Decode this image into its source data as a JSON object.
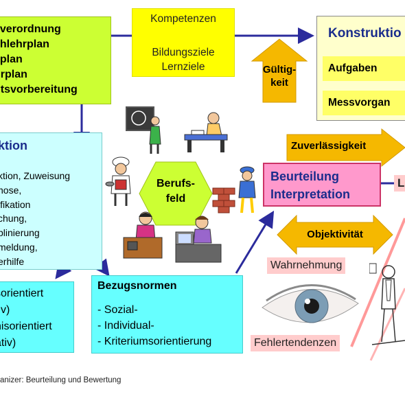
{
  "top_left_lines": [
    "sverordnung",
    "ahlehrplan",
    "splan",
    "hrplan",
    "htsvorbereitung"
  ],
  "competences": {
    "line1": "Kompetenzen",
    "line2": "Bildungsziele",
    "line3": "Lernziele"
  },
  "konstruktion": {
    "title": "Konstruktio",
    "row1": "Aufgaben",
    "row2": "Messvorgan"
  },
  "gueltigkeit": {
    "line1": "Gültig-",
    "line2": "keit"
  },
  "funktion": {
    "title": "ktion",
    "items": [
      "ktion, Zuweisung",
      "nose,",
      "ifikation",
      "chung,",
      "plinierung",
      "meldung,",
      "erhilfe"
    ]
  },
  "berufsfeld": {
    "line1": "Berufs-",
    "line2": "feld"
  },
  "zuverlaessigkeit": "Zuverlässigkeit",
  "beurteilung": {
    "line1": "Beurteilung",
    "line2": "Interpretation"
  },
  "right_partial_label": "L",
  "objektivitaet": "Objektivität",
  "wahrnehmung": "Wahrnehmung",
  "fehlertendenzen": "Fehlertendenzen",
  "bezugsnormen": {
    "title": "Bezugsnormen",
    "items": [
      "- Sozial-",
      "- Individual-",
      "- Kriteriumsorientierung"
    ]
  },
  "orient_lines": [
    "sorientiert",
    "tiv)",
    "nisorientiert",
    "ativ)"
  ],
  "footer": "anizer: Beurteilung und Bewertung",
  "colors": {
    "lime": "#ccff33",
    "yellow": "#ffff00",
    "light_cyan": "#ccffff",
    "cyan": "#66ffff",
    "pink": "#ff99cc",
    "light_pink": "#ffcccc",
    "navy_text": "#1a2c8c",
    "arrow_blue": "#2b2b9c",
    "arrow_orange": "#f5b800"
  }
}
